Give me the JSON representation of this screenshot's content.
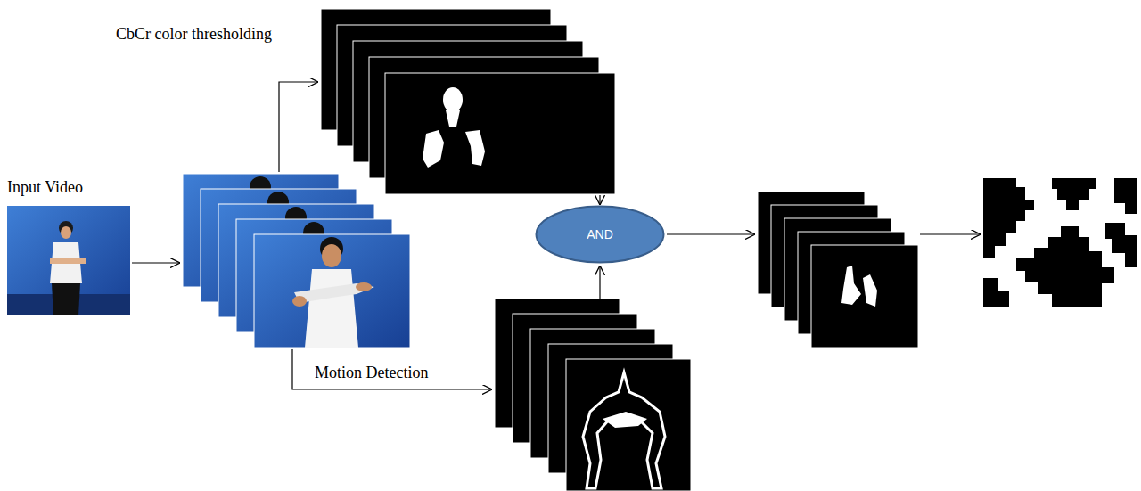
{
  "diagram": {
    "nodes": [
      {
        "text": [
          "AND"
        ]
      }
    ],
    "labels": [
      "Input Video",
      "CbCr color thresholding",
      "Motion Detection"
    ]
  }
}
